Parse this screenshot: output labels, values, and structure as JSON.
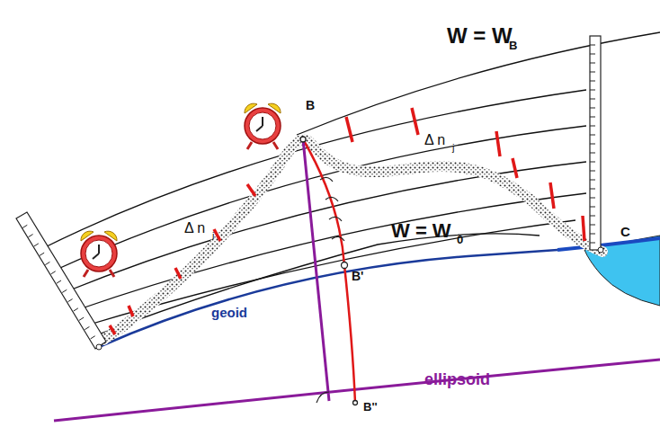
{
  "diagram": {
    "labels": [
      "W = W",
      "B",
      "B",
      "Δ n",
      "i",
      "Δ n",
      "j",
      "W = W",
      "0",
      "B'",
      "C",
      "geoid",
      "B''",
      "ellipsoid"
    ]
  }
}
